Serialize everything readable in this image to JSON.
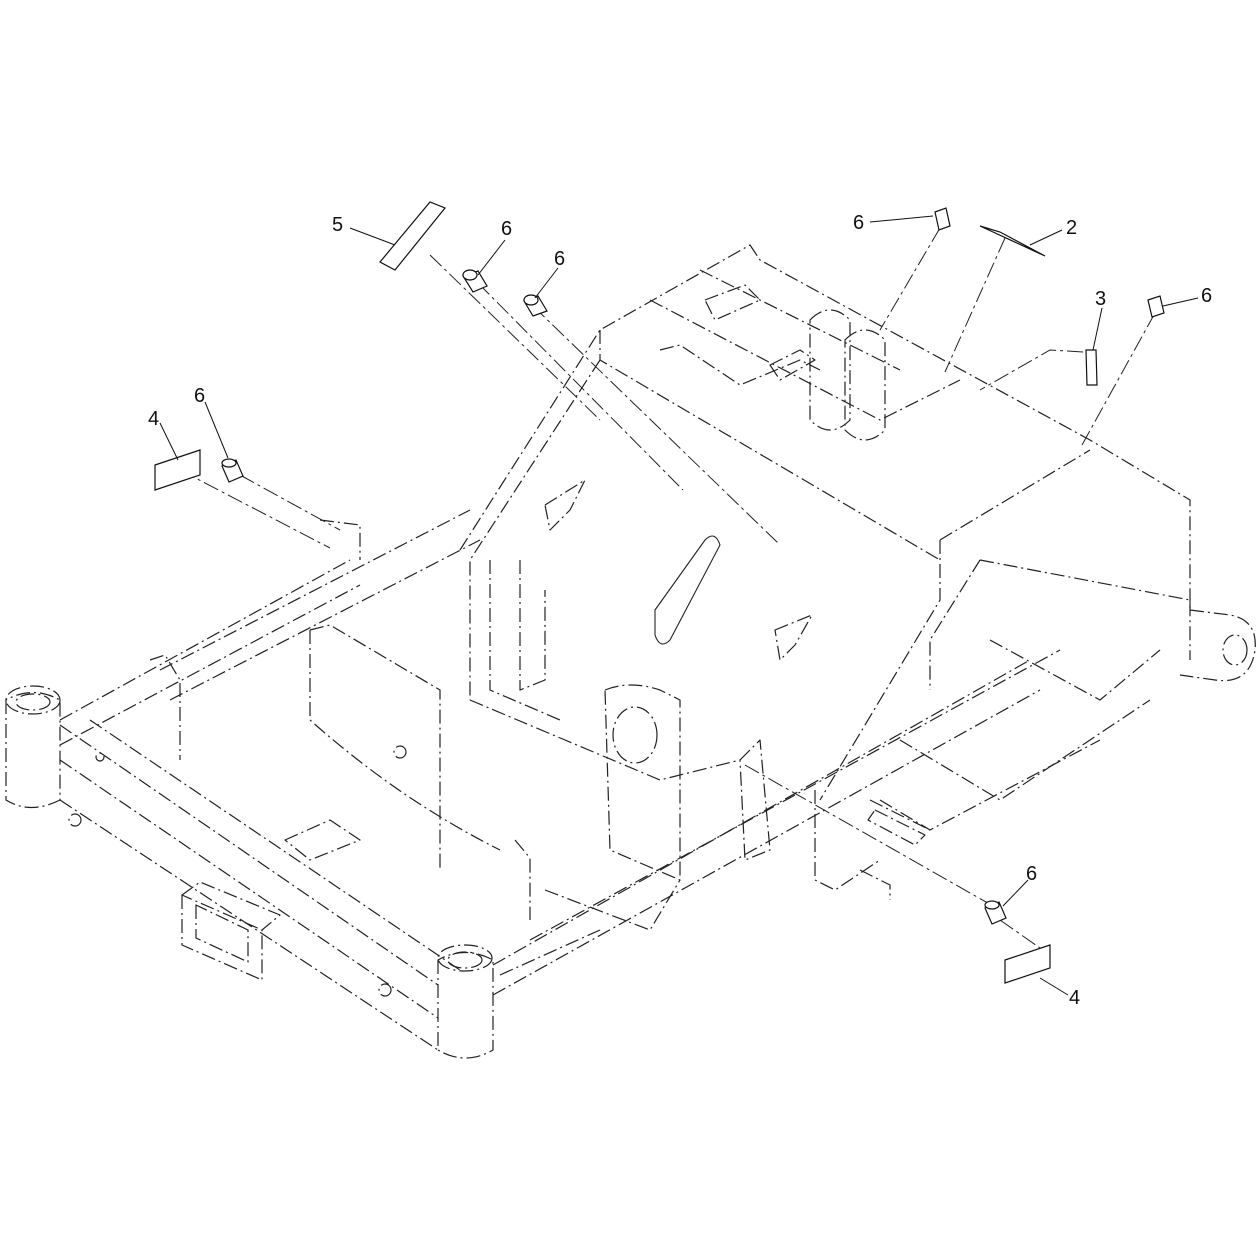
{
  "callouts": [
    {
      "id": "c5",
      "label": "5"
    },
    {
      "id": "c6a",
      "label": "6"
    },
    {
      "id": "c6b",
      "label": "6"
    },
    {
      "id": "c6c",
      "label": "6"
    },
    {
      "id": "c2",
      "label": "2"
    },
    {
      "id": "c3",
      "label": "3"
    },
    {
      "id": "c6d",
      "label": "6"
    },
    {
      "id": "c4a",
      "label": "4"
    },
    {
      "id": "c6e",
      "label": "6"
    },
    {
      "id": "c6f",
      "label": "6"
    },
    {
      "id": "c4b",
      "label": "4"
    }
  ]
}
